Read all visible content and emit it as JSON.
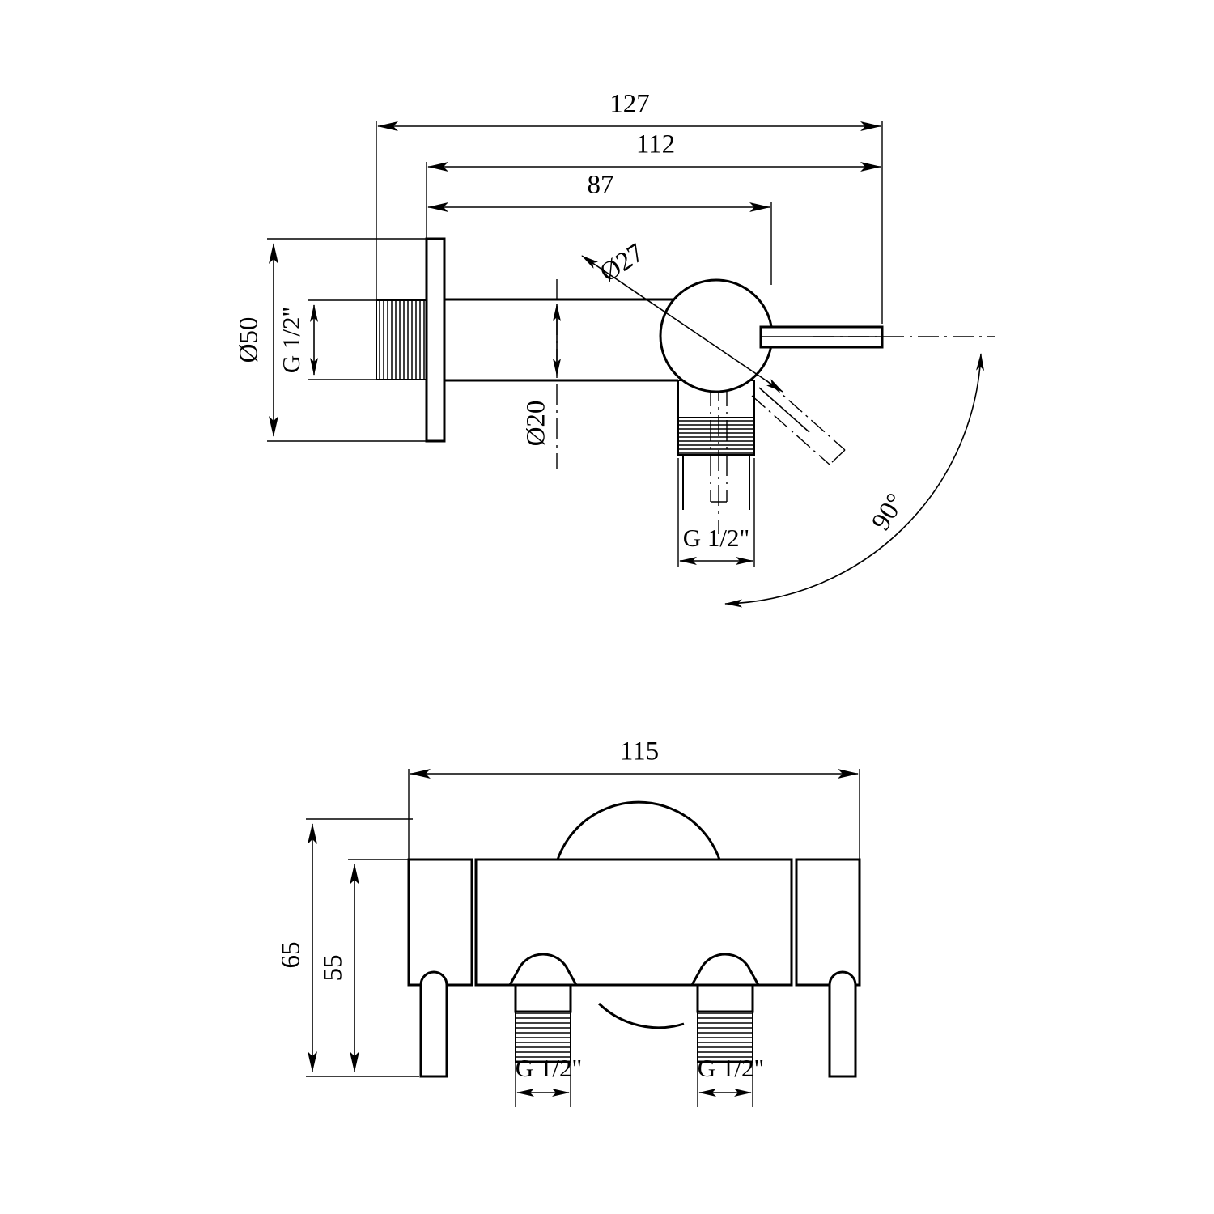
{
  "drawing": {
    "title": "Wall-mounted angle valve dimensioned drawing",
    "line_color": "#000000",
    "background_color": "#ffffff",
    "units": "mm"
  },
  "views": {
    "side": {
      "name": "side-elevation-view",
      "dimensions": {
        "overall_length": "127",
        "length_flange_to_lever_end": "112",
        "length_flange_to_body": "87",
        "flange_diameter": "Ø50",
        "inlet_thread": "G 1/2\"",
        "body_diameter": "Ø27",
        "tube_diameter": "Ø20",
        "outlet_thread": "G 1/2\"",
        "handle_rotation": "90°"
      }
    },
    "front": {
      "name": "front-elevation-view",
      "dimensions": {
        "overall_width": "115",
        "overall_height": "65",
        "body_height": "55",
        "outlet_thread_left": "G 1/2\"",
        "outlet_thread_right": "G 1/2\""
      }
    }
  },
  "labels": {
    "d127": "127",
    "d112": "112",
    "d87": "87",
    "d50": "Ø50",
    "g12_inlet": "G 1/2\"",
    "d27": "Ø27",
    "d20": "Ø20",
    "g12_outlet_side": "G 1/2\"",
    "angle90": "90°",
    "d115": "115",
    "d65": "65",
    "d55": "55",
    "g12_left": "G 1/2\"",
    "g12_right": "G 1/2\""
  }
}
